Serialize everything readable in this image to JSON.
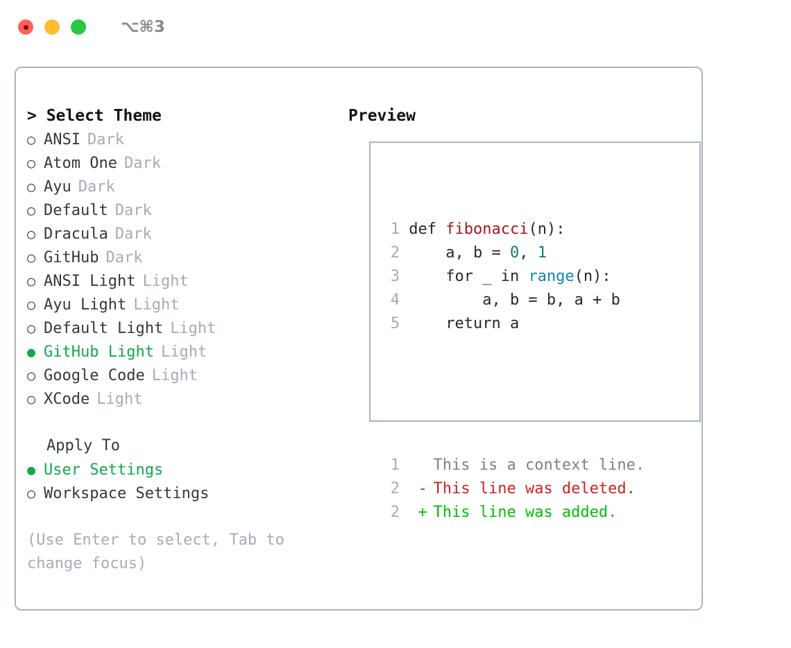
{
  "titlebar": {
    "shortcut": "⌥⌘3",
    "buttons": {
      "close": "close",
      "minimize": "minimize",
      "maximize": "maximize"
    },
    "colors": {
      "close": "#FF6159",
      "minimize": "#FFBD2E",
      "maximize": "#28C840"
    }
  },
  "theme_panel": {
    "header": "> Select Theme",
    "items": [
      {
        "bullet": "○",
        "label": "ANSI",
        "kind": "Dark",
        "selected": false
      },
      {
        "bullet": "○",
        "label": "Atom One",
        "kind": "Dark",
        "selected": false
      },
      {
        "bullet": "○",
        "label": "Ayu",
        "kind": "Dark",
        "selected": false
      },
      {
        "bullet": "○",
        "label": "Default",
        "kind": "Dark",
        "selected": false
      },
      {
        "bullet": "○",
        "label": "Dracula",
        "kind": "Dark",
        "selected": false
      },
      {
        "bullet": "○",
        "label": "GitHub",
        "kind": "Dark",
        "selected": false
      },
      {
        "bullet": "○",
        "label": "ANSI Light",
        "kind": "Light",
        "selected": false
      },
      {
        "bullet": "○",
        "label": "Ayu Light",
        "kind": "Light",
        "selected": false
      },
      {
        "bullet": "○",
        "label": "Default Light",
        "kind": "Light",
        "selected": false
      },
      {
        "bullet": "●",
        "label": "GitHub Light",
        "kind": "Light",
        "selected": true
      },
      {
        "bullet": "○",
        "label": "Google Code",
        "kind": "Light",
        "selected": false
      },
      {
        "bullet": "○",
        "label": "XCode",
        "kind": "Light",
        "selected": false
      }
    ]
  },
  "apply_to": {
    "header": "Apply To",
    "options": [
      {
        "bullet": "●",
        "label": "User Settings",
        "selected": true
      },
      {
        "bullet": "○",
        "label": "Workspace Settings",
        "selected": false
      }
    ]
  },
  "hint": "(Use Enter to select, Tab to change focus)",
  "preview": {
    "header": "Preview",
    "code_lines": [
      {
        "num": "1",
        "segments": [
          {
            "text": "def ",
            "type": "plain"
          },
          {
            "text": "fibonacci",
            "type": "fn"
          },
          {
            "text": "(n):",
            "type": "plain"
          }
        ]
      },
      {
        "num": "2",
        "segments": [
          {
            "text": "    a, b = ",
            "type": "plain"
          },
          {
            "text": "0",
            "type": "num"
          },
          {
            "text": ", ",
            "type": "plain"
          },
          {
            "text": "1",
            "type": "num"
          }
        ]
      },
      {
        "num": "3",
        "segments": [
          {
            "text": "    for _ in ",
            "type": "plain"
          },
          {
            "text": "range",
            "type": "builtin"
          },
          {
            "text": "(n):",
            "type": "plain"
          }
        ]
      },
      {
        "num": "4",
        "segments": [
          {
            "text": "        a, b = b, a + b",
            "type": "plain"
          }
        ]
      },
      {
        "num": "5",
        "segments": [
          {
            "text": "    return a",
            "type": "plain"
          }
        ]
      }
    ],
    "diff_lines": [
      {
        "num": "1",
        "mark": " ",
        "text": "This is a context line.",
        "type": "context"
      },
      {
        "num": "2",
        "mark": "-",
        "text": "This line was deleted.",
        "type": "deleted"
      },
      {
        "num": "2",
        "mark": "+",
        "text": "This line was added.",
        "type": "added"
      }
    ]
  },
  "colors": {
    "selection_green": "#10A94A",
    "muted": "#A3ACBA",
    "border": "#A9B4C2",
    "text": "#33383F",
    "syntax_function": "#A3191B",
    "syntax_number": "#0E7C73",
    "syntax_builtin": "#1184B8",
    "diff_added": "#00C000",
    "diff_deleted": "#CC2222",
    "diff_context": "#808080"
  }
}
